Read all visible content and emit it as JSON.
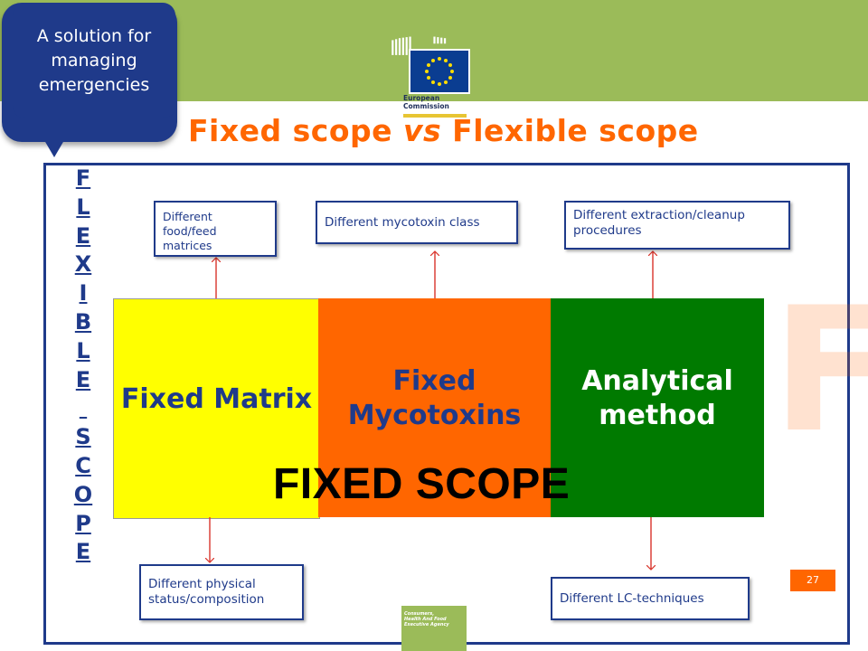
{
  "callout": {
    "text": "A solution for managing emergencies"
  },
  "logo": {
    "line1": "European",
    "line2": "Commission"
  },
  "title": {
    "part1": "Fixed scope ",
    "vs": "vs",
    "part2": " Flexible scope"
  },
  "vertical_label": [
    "F",
    "L",
    "E",
    "X",
    "I",
    "B",
    "L",
    "E",
    "",
    "S",
    "C",
    "O",
    "P",
    "E"
  ],
  "blocks": {
    "matrix": "Fixed Matrix",
    "mycotoxins": "Fixed Mycotoxins",
    "method": "Analytical method"
  },
  "overlay_text": "FIXED SCOPE",
  "background_letter": "F",
  "boxes": {
    "food_matrices": "Different food/feed matrices",
    "mycotoxin_class": "Different mycotoxin class",
    "extraction": "Different extraction/cleanup procedures",
    "physical_status": "Different physical status/composition",
    "lc_techniques": "Different LC-techniques"
  },
  "page_number": "27",
  "agency": {
    "line1": "Consumers,",
    "line2": "Health And Food",
    "line3": "Executive Agency"
  },
  "colors": {
    "green_bar": "#9bbb59",
    "navy": "#1f3a8a",
    "orange": "#ff6600",
    "yellow": "#ffff00",
    "dark_green": "#007a00",
    "arrow_red": "#d9342b"
  }
}
